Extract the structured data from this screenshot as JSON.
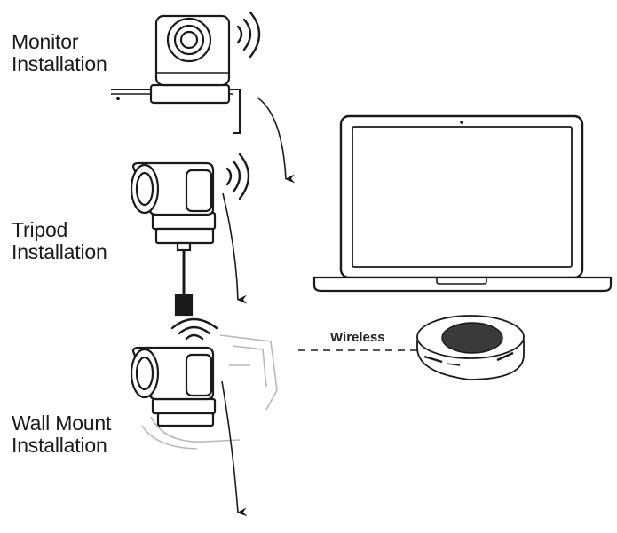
{
  "labels": {
    "monitor": {
      "line1": "Monitor",
      "line2": "Installation"
    },
    "tripod": {
      "line1": "Tripod",
      "line2": "Installation"
    },
    "wall": {
      "line1": "Wall Mount",
      "line2": "Installation"
    }
  },
  "wireless_label": "Wireless",
  "colors": {
    "stroke": "#1a1a1a",
    "faint": "#b8b8b8",
    "speaker_grille": "#3a3a3a",
    "background": "#ffffff"
  },
  "icons": [
    "camera-icon",
    "signal-waves-icon",
    "laptop-icon",
    "speakerphone-icon",
    "arrow-icon"
  ]
}
